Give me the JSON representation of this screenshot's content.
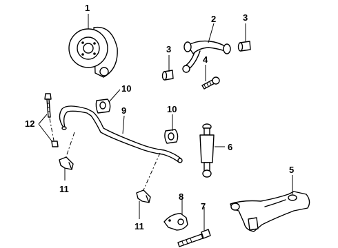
{
  "callouts": {
    "c1": "1",
    "c2": "2",
    "c3a": "3",
    "c3b": "3",
    "c4": "4",
    "c5": "5",
    "c6": "6",
    "c7": "7",
    "c8": "8",
    "c9": "9",
    "c10a": "10",
    "c10b": "10",
    "c11a": "11",
    "c11b": "11",
    "c12": "12"
  }
}
